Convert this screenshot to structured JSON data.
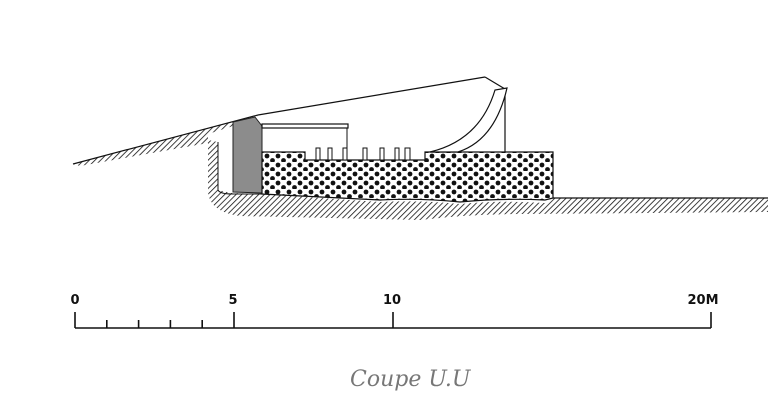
{
  "drawing": {
    "caption": "Coupe U.U",
    "scale": {
      "labels": [
        "0",
        "5",
        "10",
        "20M"
      ],
      "label_values": [
        0,
        5,
        10,
        20
      ],
      "max": 20,
      "minor_ticks": [
        1,
        2,
        3,
        4
      ]
    },
    "colors": {
      "ink": "#111111",
      "wall": "#8c8c8c",
      "caption": "#777777"
    }
  }
}
